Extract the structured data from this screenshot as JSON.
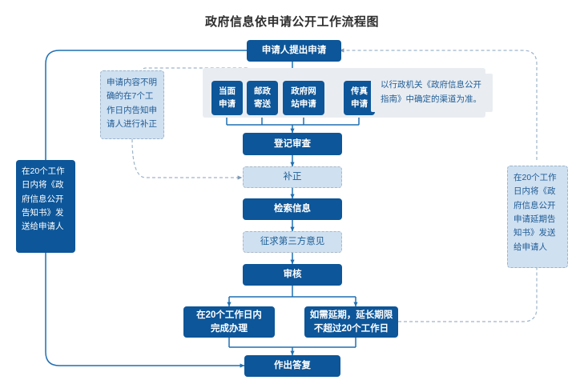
{
  "title": "政府信息依申请公开工作流程图",
  "colors": {
    "primary": "#0d5699",
    "soft_fill": "#cfe0f1",
    "panel_fill": "#e9edf2",
    "line": "#1f6fb2",
    "dashed_line": "#9db4c9",
    "title_text": "#2e2e2e"
  },
  "flow": {
    "start": "申请人提出申请",
    "channels": [
      "当面\n申请",
      "邮政\n寄送",
      "政府网\n站申请",
      "传真\n申请"
    ],
    "channel_note": "以行政机关《政府信息公开指南》中确定的渠道为准。",
    "steps": [
      {
        "label": "登记审查",
        "style": "solid"
      },
      {
        "label": "补正",
        "style": "soft"
      },
      {
        "label": "检索信息",
        "style": "solid"
      },
      {
        "label": "征求第三方意见",
        "style": "soft"
      },
      {
        "label": "审核",
        "style": "solid"
      }
    ],
    "branch_left": "在20个工作日内\n完成办理",
    "branch_right": "如需延期，延长期限\n不超过20个工作日",
    "end": "作出答复"
  },
  "notes": {
    "supplement": "申请内容不明确的在7个工作日内告知申请人进行补正",
    "left_notice": "在20个工作日内将《政府信息公开告知书》发送给申请人",
    "right_notice": "在20个工作日内将《政府信息公开申请延期告知书》发送给申请人"
  }
}
